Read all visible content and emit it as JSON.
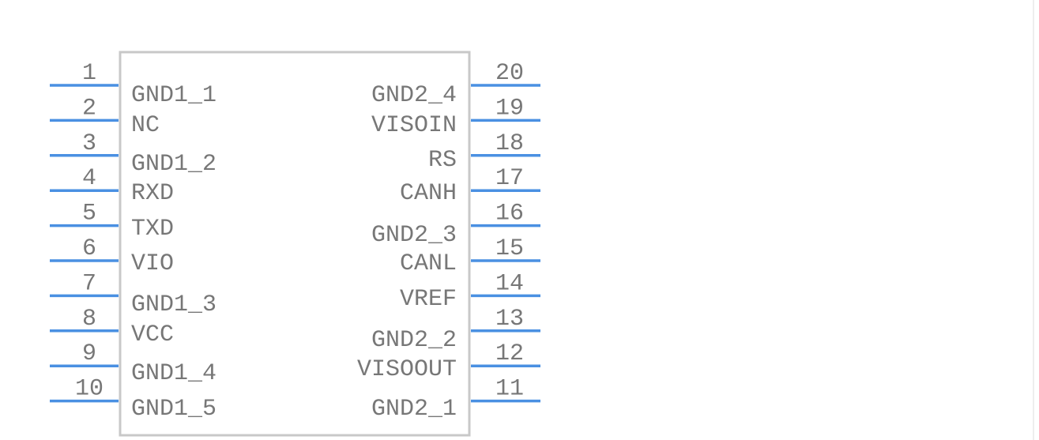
{
  "colors": {
    "pin": "#4a90e2",
    "body_outline": "#c8c8c8",
    "text": "#777777",
    "background": "#ffffff"
  },
  "left_pins": [
    {
      "number": "1",
      "name": "GND1_1"
    },
    {
      "number": "2",
      "name": "NC"
    },
    {
      "number": "3",
      "name": "GND1_2"
    },
    {
      "number": "4",
      "name": "RXD"
    },
    {
      "number": "5",
      "name": "TXD"
    },
    {
      "number": "6",
      "name": "VIO"
    },
    {
      "number": "7",
      "name": "GND1_3"
    },
    {
      "number": "8",
      "name": "VCC"
    },
    {
      "number": "9",
      "name": "GND1_4"
    },
    {
      "number": "10",
      "name": "GND1_5"
    }
  ],
  "right_pins": [
    {
      "number": "20",
      "name": "GND2_4"
    },
    {
      "number": "19",
      "name": "VISOIN"
    },
    {
      "number": "18",
      "name": "RS"
    },
    {
      "number": "17",
      "name": "CANH"
    },
    {
      "number": "16",
      "name": "GND2_3"
    },
    {
      "number": "15",
      "name": "CANL"
    },
    {
      "number": "14",
      "name": "VREF"
    },
    {
      "number": "13",
      "name": "GND2_2"
    },
    {
      "number": "12",
      "name": "VISOOUT"
    },
    {
      "number": "11",
      "name": "GND2_1"
    }
  ]
}
